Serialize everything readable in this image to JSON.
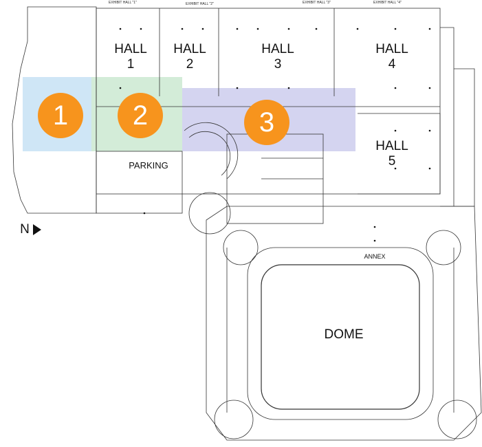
{
  "map": {
    "exhibit_labels": [
      "EXHIBIT HALL \"1\"",
      "EXHIBIT HALL \"2\"",
      "EXHIBIT HALL \"3\"",
      "EXHIBIT HALL \"4\""
    ],
    "halls": [
      {
        "name": "HALL",
        "num": "1"
      },
      {
        "name": "HALL",
        "num": "2"
      },
      {
        "name": "HALL",
        "num": "3"
      },
      {
        "name": "HALL",
        "num": "4"
      },
      {
        "name": "HALL",
        "num": "5"
      }
    ],
    "parking": "PARKING",
    "annex": "ANNEX",
    "dome": "DOME",
    "north": "N",
    "markers": [
      "1",
      "2",
      "3"
    ],
    "colors": {
      "zone1": "#cfe6f6",
      "zone2": "#d3ecd8",
      "zone3": "#d4d4f0",
      "marker": "#f7941d"
    }
  }
}
